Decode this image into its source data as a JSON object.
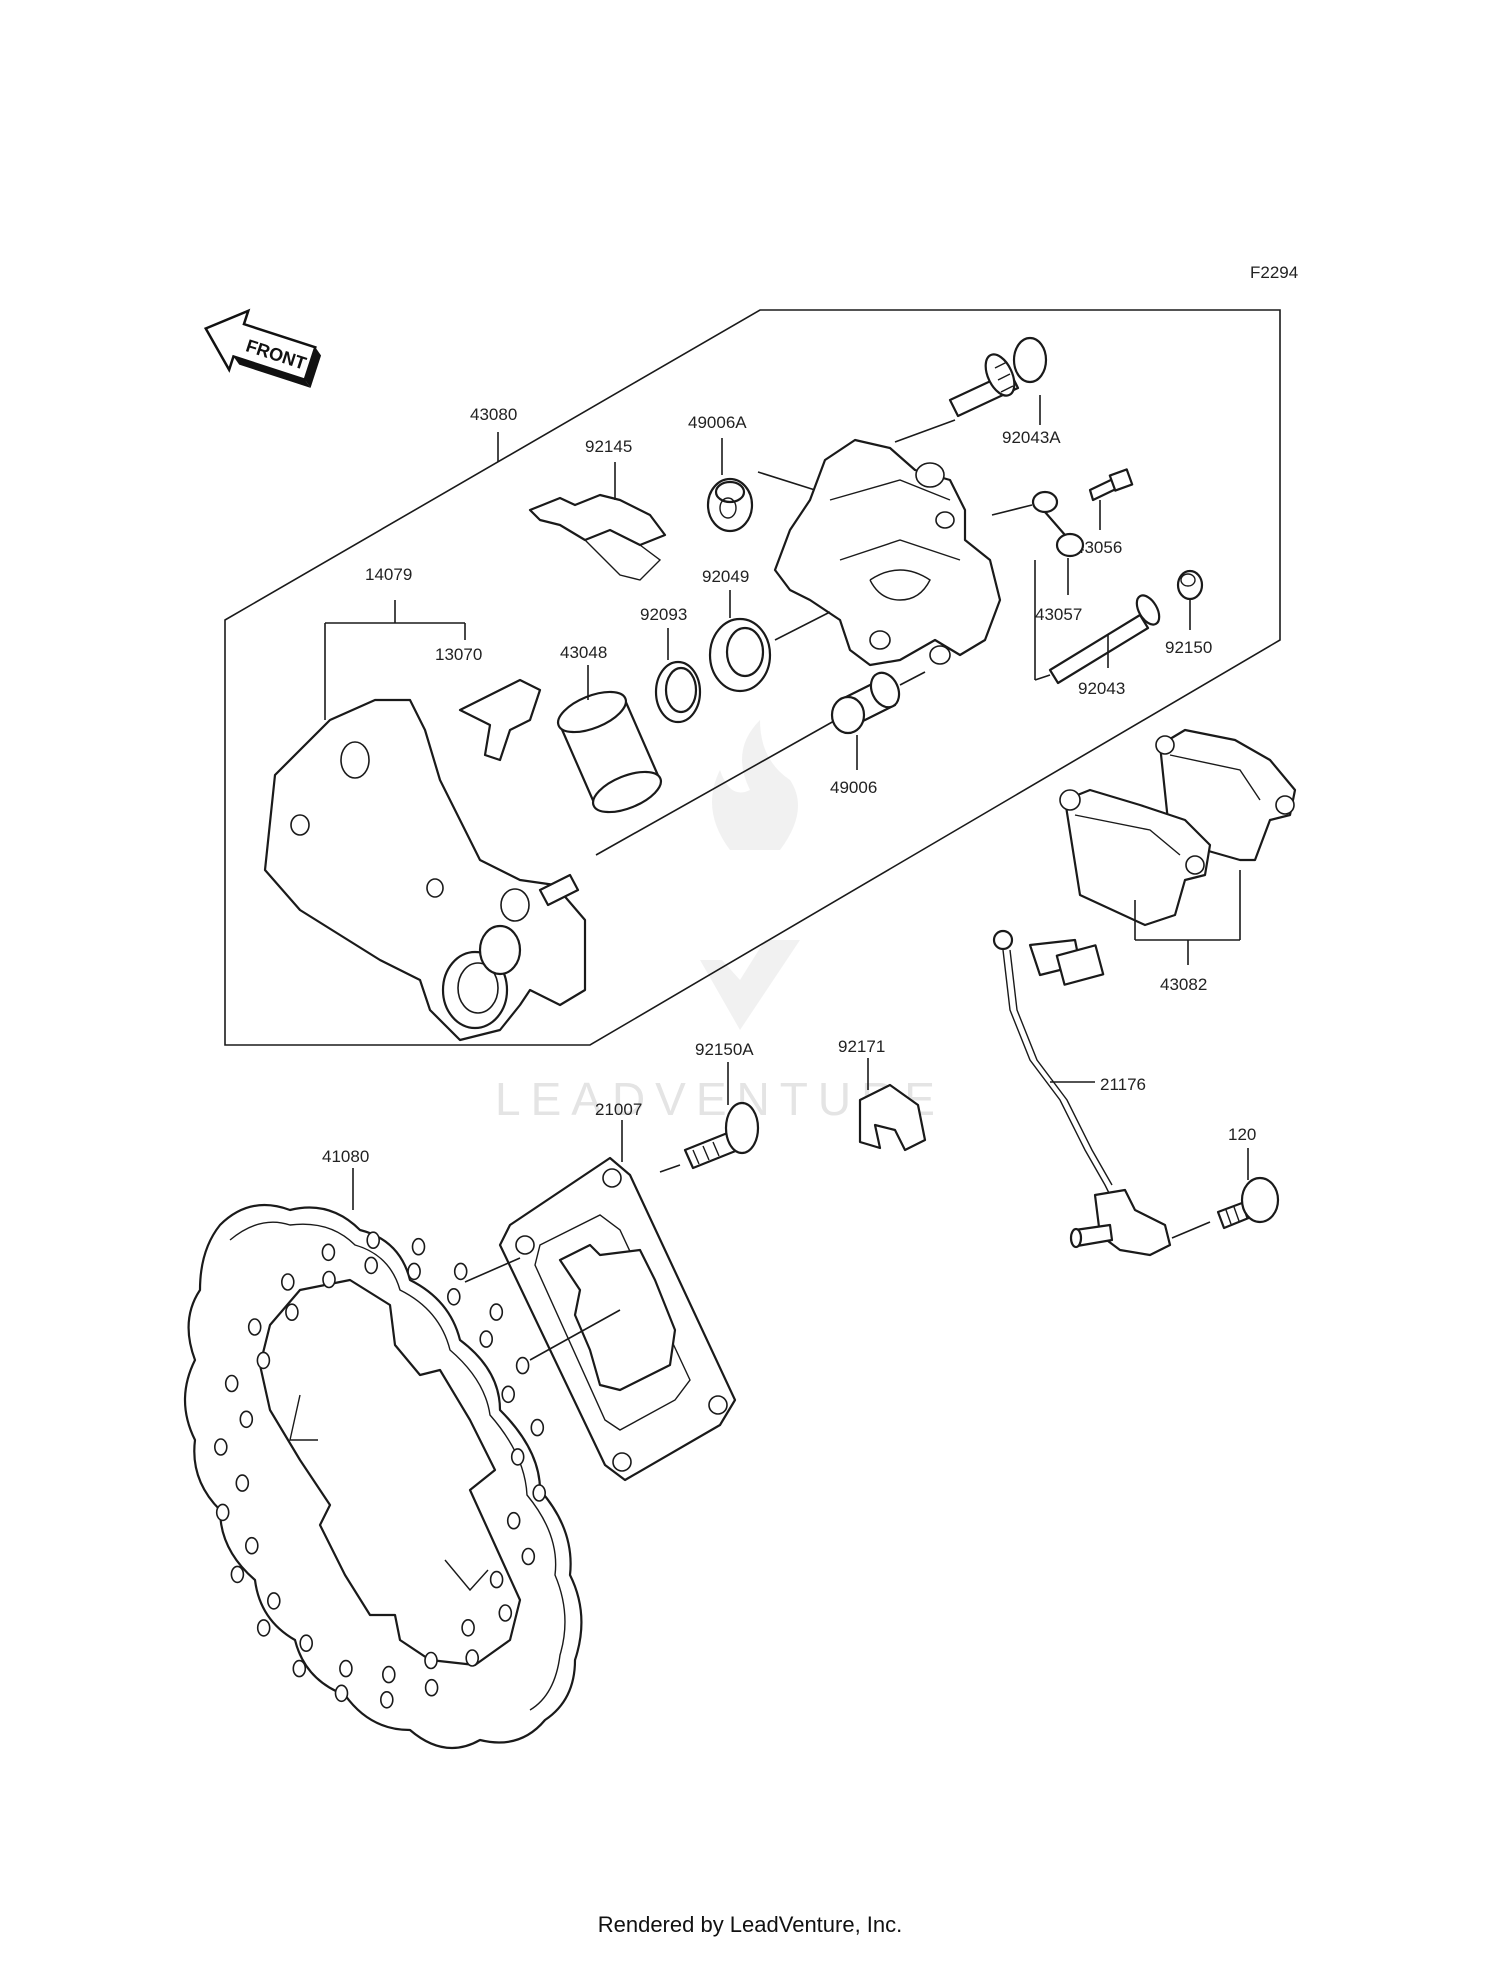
{
  "diagram_code": "F2294",
  "front_label": "FRONT",
  "watermark": "LEADVENTURE",
  "footer": "Rendered by LeadVenture, Inc.",
  "parts": [
    "43080",
    "92145",
    "49006A",
    "92043A",
    "43056",
    "43057",
    "92150",
    "92043",
    "92049",
    "92093",
    "43048",
    "14079",
    "13070",
    "49006",
    "43082",
    "92150A",
    "92171",
    "21176",
    "21007",
    "41080",
    "120"
  ]
}
